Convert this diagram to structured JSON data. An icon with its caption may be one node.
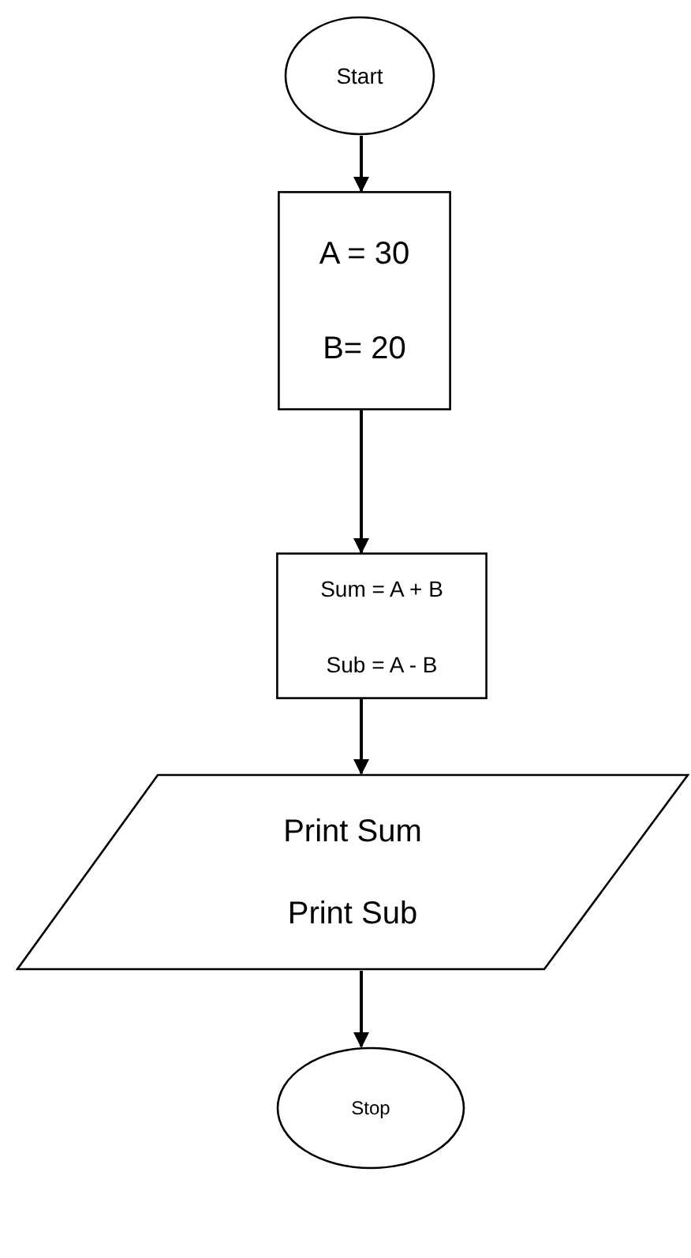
{
  "diagram": {
    "nodes": [
      {
        "text": [
          "Start"
        ]
      },
      {
        "text": [
          "A = 30",
          "B= 20"
        ]
      },
      {
        "text": [
          "Sum = A + B",
          "Sub = A - B"
        ]
      },
      {
        "text": [
          "Print Sum",
          "Print Sub"
        ]
      },
      {
        "text": [
          "Stop"
        ]
      }
    ],
    "edges": [
      {
        "from": 0,
        "to": 1,
        "arrow": "to"
      },
      {
        "from": 1,
        "to": 2,
        "arrow": "to"
      },
      {
        "from": 2,
        "to": 3,
        "arrow": "to"
      },
      {
        "from": 3,
        "to": 4,
        "arrow": "to"
      }
    ]
  }
}
